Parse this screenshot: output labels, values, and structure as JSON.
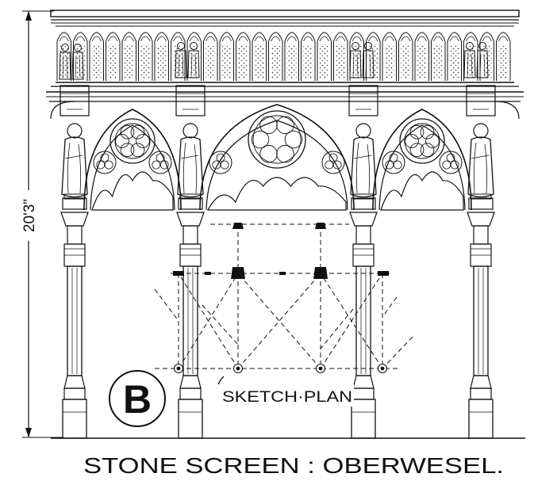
{
  "figure": {
    "caption": "STONE SCREEN : OBERWESEL.",
    "plate_letter": "B",
    "plan_label": "SKETCH·PLAN",
    "height_dimension": "20'3\""
  },
  "colors": {
    "ink": "#111111",
    "paper": "#ffffff"
  }
}
